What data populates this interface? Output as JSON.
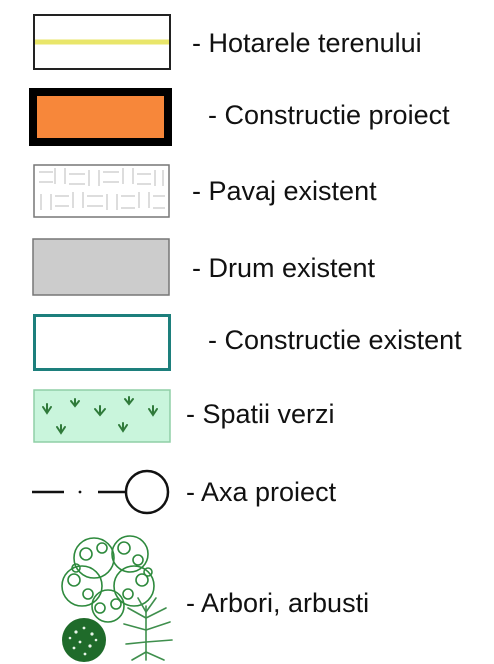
{
  "legend": {
    "items": [
      {
        "key": "boundary",
        "label": "- Hotarele terenului",
        "symbol": "white-box-with-yellow-line",
        "colors": {
          "line": "#e9e66a",
          "border": "#222222"
        }
      },
      {
        "key": "project",
        "label": "- Constructie proiect",
        "symbol": "orange-box-thick-black-border",
        "colors": {
          "fill": "#f7873a",
          "border": "#000000"
        }
      },
      {
        "key": "paving",
        "label": "- Pavaj existent",
        "symbol": "paving-pattern-box",
        "colors": {
          "border": "#777777"
        }
      },
      {
        "key": "road",
        "label": "- Drum existent",
        "symbol": "gray-box",
        "colors": {
          "fill": "#cccccc",
          "border": "#777777"
        }
      },
      {
        "key": "existing",
        "label": "- Constructie existent",
        "symbol": "white-box-teal-border",
        "colors": {
          "border": "#1d7f7c"
        }
      },
      {
        "key": "green",
        "label": "- Spatii verzi",
        "symbol": "green-grass-box",
        "colors": {
          "fill": "#c9f5dc",
          "mark": "#2f7a3a"
        }
      },
      {
        "key": "axis",
        "label": "- Axa proiect",
        "symbol": "dash-dot-line-with-circle",
        "colors": {
          "line": "#111111"
        }
      },
      {
        "key": "trees",
        "label": "- Arbori, arbusti",
        "symbol": "tree-shrub-cluster",
        "colors": {
          "dark": "#1f6b2a",
          "light": "#2e8a3d"
        }
      }
    ]
  }
}
